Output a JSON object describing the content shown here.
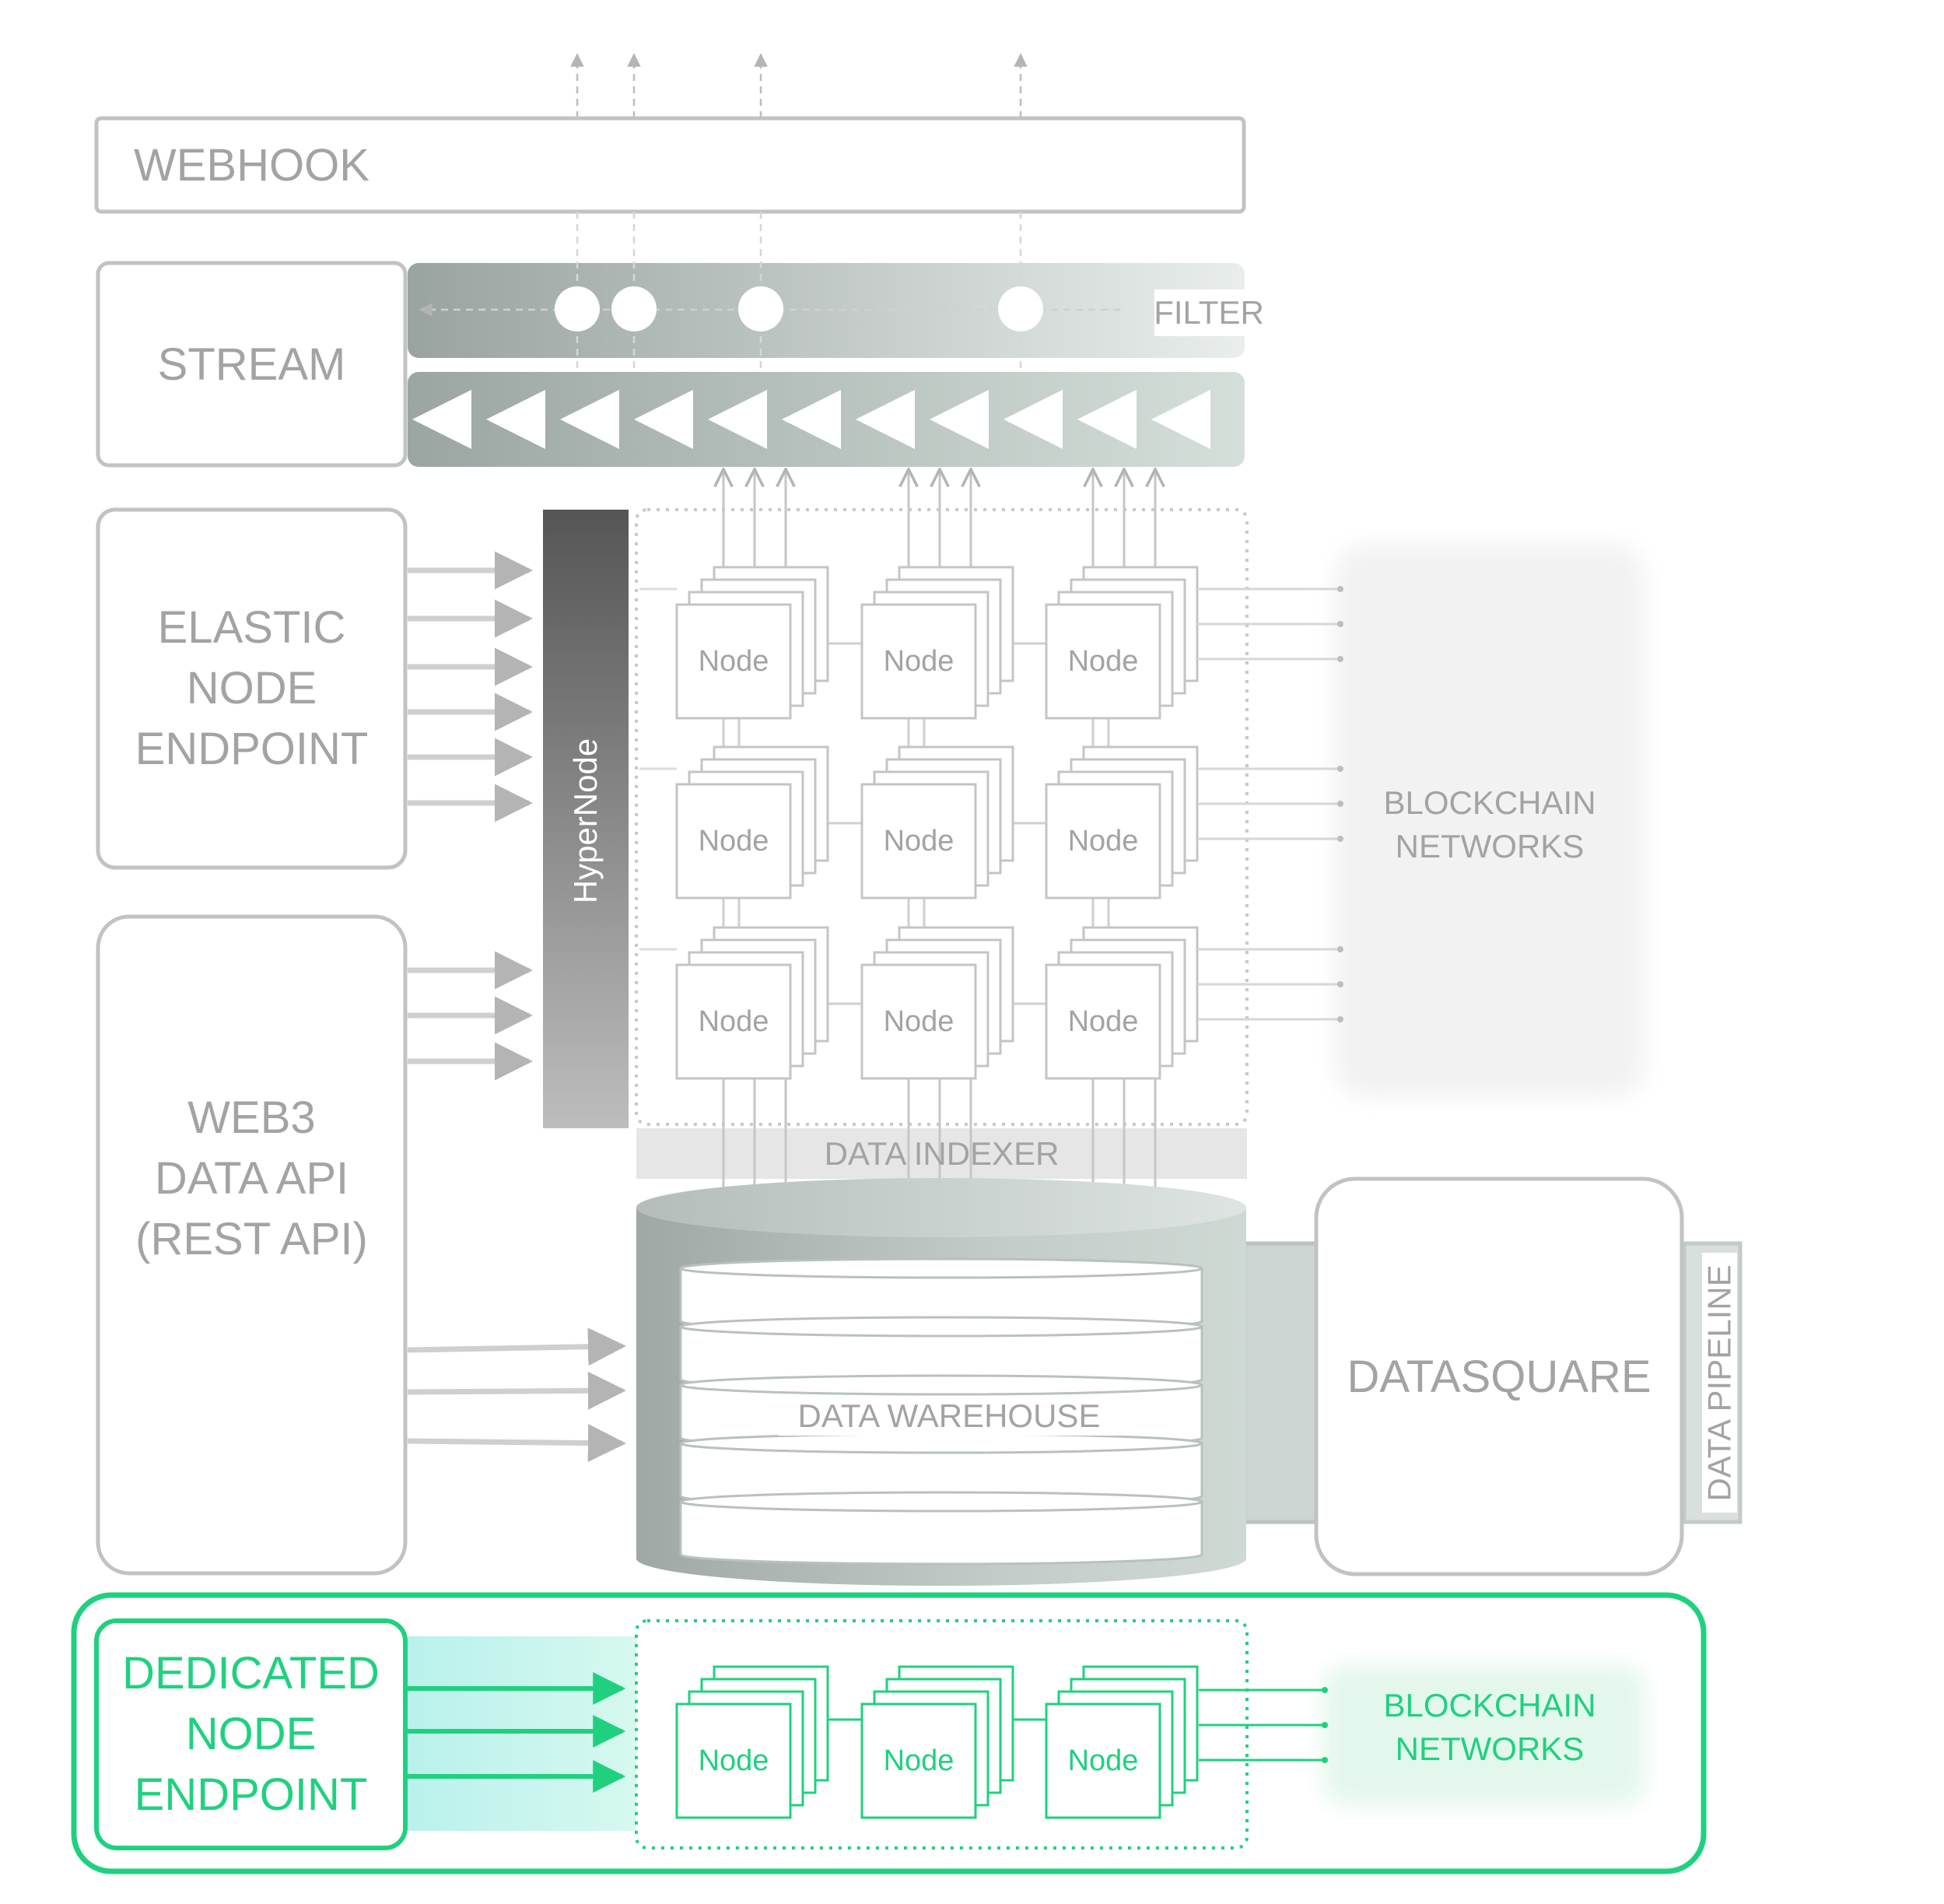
{
  "webhook": {
    "label": "WEBHOOK"
  },
  "stream": {
    "label": "STREAM",
    "filter_label": "FILTER"
  },
  "elastic": {
    "label": "ELASTIC\nNODE\nENDPOINT"
  },
  "web3": {
    "label": "WEB3\nDATA API\n(REST API)"
  },
  "hypernode": {
    "label": "HyperNode"
  },
  "node_label": "Node",
  "indexer": {
    "label": "DATA INDEXER"
  },
  "warehouse": {
    "label": "DATA WAREHOUSE"
  },
  "datasquare": {
    "label": "DATASQUARE"
  },
  "pipeline": {
    "label": "DATA PIPELINE"
  },
  "networks": {
    "label": "BLOCKCHAIN\nNETWORKS"
  },
  "dedicated": {
    "label": "DEDICATED\nNODE\nENDPOINT",
    "networks_label": "BLOCKCHAIN\nNETWORKS",
    "node_label": "Node"
  },
  "colors": {
    "gray_text": "#a3a3a3",
    "gray_border": "#c2c2c2",
    "green": "#1fd17e",
    "hypernode_dark": "#555555",
    "warehouse_gray": "#a8b2ae"
  }
}
